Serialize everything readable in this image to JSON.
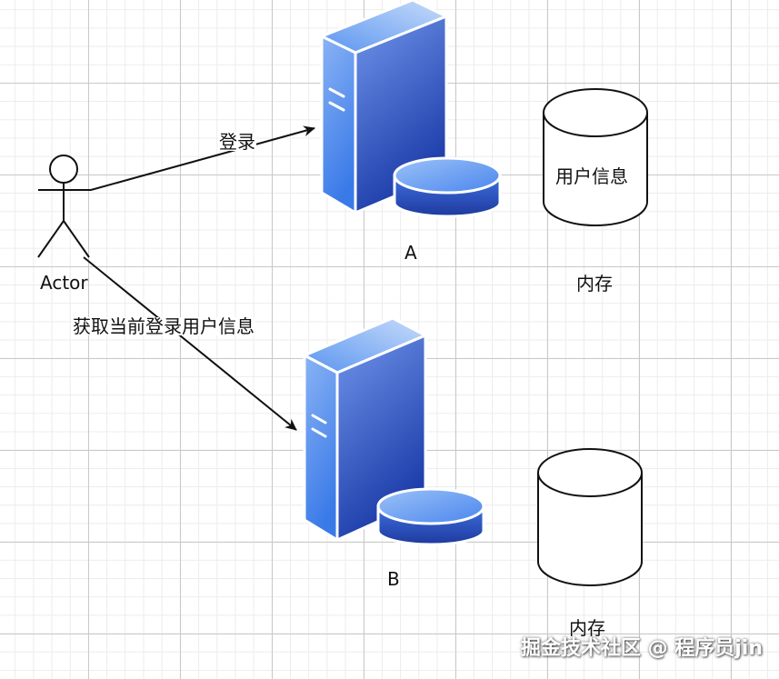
{
  "actor": {
    "label": "Actor"
  },
  "edges": {
    "login": "登录",
    "get_current_user": "获取当前登录用户信息"
  },
  "servers": [
    {
      "label": "A"
    },
    {
      "label": "B"
    }
  ],
  "memory": [
    {
      "content": "用户信息",
      "label": "内存"
    },
    {
      "content": "",
      "label": "内存"
    }
  ],
  "watermark": "掘金技术社区 @ 程序员jin",
  "colors": {
    "server_light": "#bcd3f7",
    "server_mid": "#3f83f8",
    "server_dark": "#1e3fae",
    "stroke": "#111111"
  }
}
